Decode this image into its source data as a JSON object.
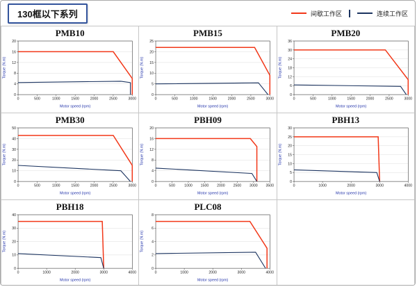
{
  "page": {
    "title": "130框以下系列"
  },
  "legend": {
    "intermittent": "间歇工作区",
    "continuous": "连续工作区",
    "colors": {
      "intermittent": "#f23718",
      "continuous": "#1b335f"
    }
  },
  "axis_label_color": "#2233aa",
  "chart_data": [
    {
      "type": "line",
      "title": "PMB10",
      "xlabel": "Motor speed (rpm)",
      "ylabel": "Torque (N.m)",
      "xlim": [
        0,
        3000
      ],
      "xticks": [
        0,
        500,
        1000,
        1500,
        2000,
        2500,
        3000
      ],
      "ylim": [
        0,
        20
      ],
      "yticks": [
        0,
        4,
        8,
        12,
        16,
        20
      ],
      "series": [
        {
          "name": "间歇工作区",
          "key": "intermittent",
          "points": [
            [
              0,
              16
            ],
            [
              2500,
              16
            ],
            [
              3000,
              6
            ],
            [
              3000,
              0
            ]
          ]
        },
        {
          "name": "连续工作区",
          "key": "continuous",
          "points": [
            [
              0,
              4.5
            ],
            [
              2700,
              5
            ],
            [
              2950,
              4.5
            ],
            [
              2950,
              0
            ]
          ]
        }
      ]
    },
    {
      "type": "line",
      "title": "PMB15",
      "xlabel": "Motor speed (rpm)",
      "ylabel": "Torque (N.m)",
      "xlim": [
        0,
        3000
      ],
      "xticks": [
        0,
        500,
        1000,
        1500,
        2000,
        2500,
        3000
      ],
      "ylim": [
        0,
        25
      ],
      "yticks": [
        0,
        5,
        10,
        15,
        20,
        25
      ],
      "series": [
        {
          "name": "间歇工作区",
          "key": "intermittent",
          "points": [
            [
              0,
              22
            ],
            [
              2600,
              22
            ],
            [
              3000,
              9
            ],
            [
              3000,
              0
            ]
          ]
        },
        {
          "name": "连续工作区",
          "key": "continuous",
          "points": [
            [
              0,
              5
            ],
            [
              2700,
              5.5
            ],
            [
              2950,
              0
            ]
          ]
        }
      ]
    },
    {
      "type": "line",
      "title": "PMB20",
      "xlabel": "Motor speed (rpm)",
      "ylabel": "Torque (N.m)",
      "xlim": [
        0,
        3000
      ],
      "xticks": [
        0,
        500,
        1000,
        1500,
        2000,
        2500,
        3000
      ],
      "ylim": [
        0,
        36
      ],
      "yticks": [
        0,
        6,
        12,
        18,
        24,
        30,
        36
      ],
      "series": [
        {
          "name": "间歇工作区",
          "key": "intermittent",
          "points": [
            [
              0,
              30
            ],
            [
              2400,
              30
            ],
            [
              3000,
              10
            ],
            [
              3000,
              0
            ]
          ]
        },
        {
          "name": "连续工作区",
          "key": "continuous",
          "points": [
            [
              0,
              6.5
            ],
            [
              2800,
              5.5
            ],
            [
              2950,
              0
            ]
          ]
        }
      ]
    },
    {
      "type": "line",
      "title": "PMB30",
      "xlabel": "Motor speed (rpm)",
      "ylabel": "Torque (N.m)",
      "xlim": [
        0,
        3000
      ],
      "xticks": [
        0,
        500,
        1000,
        1500,
        2000,
        2500,
        3000
      ],
      "ylim": [
        0,
        50
      ],
      "yticks": [
        0,
        10,
        20,
        30,
        40,
        50
      ],
      "series": [
        {
          "name": "间歇工作区",
          "key": "intermittent",
          "points": [
            [
              0,
              43
            ],
            [
              2500,
              43
            ],
            [
              3000,
              15
            ],
            [
              3000,
              0
            ]
          ]
        },
        {
          "name": "连续工作区",
          "key": "continuous",
          "points": [
            [
              0,
              15
            ],
            [
              2700,
              10
            ],
            [
              2950,
              0
            ]
          ]
        }
      ]
    },
    {
      "type": "line",
      "title": "PBH09",
      "xlabel": "Motor speed (rpm)",
      "ylabel": "Torque (N.m)",
      "xlim": [
        0,
        3500
      ],
      "xticks": [
        0,
        500,
        1000,
        1500,
        2000,
        2500,
        3000,
        3500
      ],
      "ylim": [
        0,
        20
      ],
      "yticks": [
        0,
        4,
        8,
        12,
        16,
        20
      ],
      "series": [
        {
          "name": "间歇工作区",
          "key": "intermittent",
          "points": [
            [
              0,
              16
            ],
            [
              2900,
              16
            ],
            [
              3100,
              13
            ],
            [
              3100,
              0
            ]
          ]
        },
        {
          "name": "连续工作区",
          "key": "continuous",
          "points": [
            [
              0,
              5
            ],
            [
              2950,
              3
            ],
            [
              3100,
              0
            ]
          ]
        }
      ]
    },
    {
      "type": "line",
      "title": "PBH13",
      "xlabel": "Motor speed (rpm)",
      "ylabel": "Torque (N.m)",
      "xlim": [
        0,
        4000
      ],
      "xticks": [
        0,
        1000,
        2000,
        3000,
        4000
      ],
      "ylim": [
        0,
        30
      ],
      "yticks": [
        0,
        5,
        10,
        15,
        20,
        25,
        30
      ],
      "series": [
        {
          "name": "间歇工作区",
          "key": "intermittent",
          "points": [
            [
              0,
              25
            ],
            [
              2950,
              25
            ],
            [
              3000,
              0
            ]
          ]
        },
        {
          "name": "连续工作区",
          "key": "continuous",
          "points": [
            [
              0,
              6.5
            ],
            [
              2900,
              5
            ],
            [
              3000,
              0
            ]
          ]
        }
      ]
    },
    {
      "type": "line",
      "title": "PBH18",
      "xlabel": "Motor speed (rpm)",
      "ylabel": "Torque (N.m)",
      "xlim": [
        0,
        4000
      ],
      "xticks": [
        0,
        1000,
        2000,
        3000,
        4000
      ],
      "ylim": [
        0,
        40
      ],
      "yticks": [
        0,
        10,
        20,
        30,
        40
      ],
      "series": [
        {
          "name": "间歇工作区",
          "key": "intermittent",
          "points": [
            [
              0,
              35
            ],
            [
              2950,
              35
            ],
            [
              3000,
              0
            ]
          ]
        },
        {
          "name": "连续工作区",
          "key": "continuous",
          "points": [
            [
              0,
              11
            ],
            [
              2900,
              8
            ],
            [
              3000,
              0
            ]
          ]
        }
      ]
    },
    {
      "type": "line",
      "title": "PLC08",
      "xlabel": "Motor speed (rpm)",
      "ylabel": "Torque (N.m)",
      "xlim": [
        0,
        4000
      ],
      "xticks": [
        0,
        1000,
        2000,
        3000,
        4000
      ],
      "ylim": [
        0,
        8
      ],
      "yticks": [
        0,
        2,
        4,
        6,
        8
      ],
      "series": [
        {
          "name": "间歇工作区",
          "key": "intermittent",
          "points": [
            [
              0,
              7
            ],
            [
              3300,
              7
            ],
            [
              3900,
              3
            ],
            [
              3900,
              0
            ]
          ]
        },
        {
          "name": "连续工作区",
          "key": "continuous",
          "points": [
            [
              0,
              2.2
            ],
            [
              3500,
              2.4
            ],
            [
              3850,
              0
            ]
          ]
        }
      ]
    }
  ]
}
